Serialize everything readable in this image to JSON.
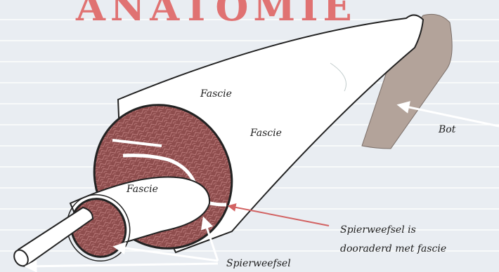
{
  "title": "ANATOMIE",
  "labels": {
    "fascie_top": "Fascie",
    "fascie_mid": "Fascie",
    "fascie_inner": "Fascie",
    "bot": "Bot",
    "spierweefsel_line1": "Spierweefsel is",
    "spierweefsel_line2": "dooraderd met fascie",
    "spierweefsel": "Spierweefsel"
  },
  "colors": {
    "title": "#e07272",
    "muscle": "#8e4d4d",
    "bone": "#b3a39a",
    "arrow_red": "#d26262",
    "arrow_white": "#ffffff",
    "paper": "#e9edf2",
    "rule": "#ffffff"
  }
}
